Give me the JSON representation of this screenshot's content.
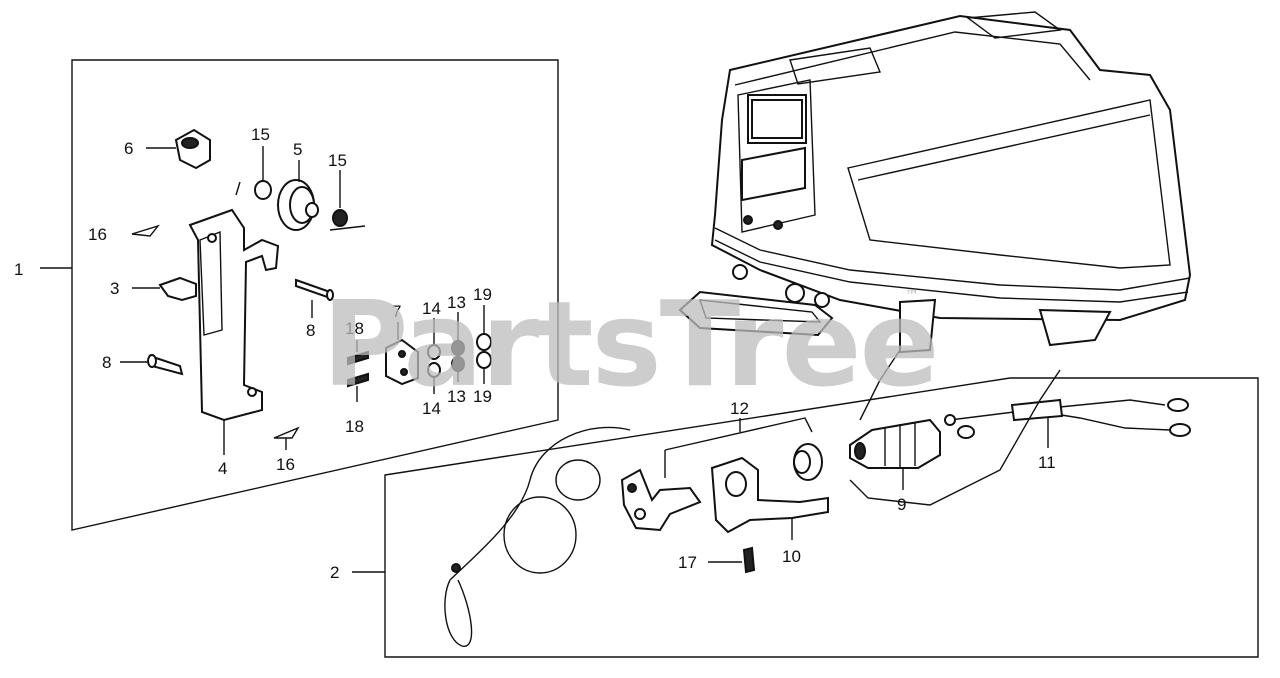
{
  "watermark": {
    "text": "PartsTree",
    "trademark": "™"
  },
  "callouts": {
    "c1": "1",
    "c2": "2",
    "c3": "3",
    "c4": "4",
    "c5": "5",
    "c6": "6",
    "c7": "7",
    "c8a": "8",
    "c8b": "8",
    "c9": "9",
    "c10": "10",
    "c11": "11",
    "c12": "12",
    "c13a": "13",
    "c13b": "13",
    "c14a": "14",
    "c14b": "14",
    "c15a": "15",
    "c15b": "15",
    "c16a": "16",
    "c16b": "16",
    "c17": "17",
    "c18a": "18",
    "c18b": "18",
    "c19a": "19",
    "c19b": "19"
  }
}
